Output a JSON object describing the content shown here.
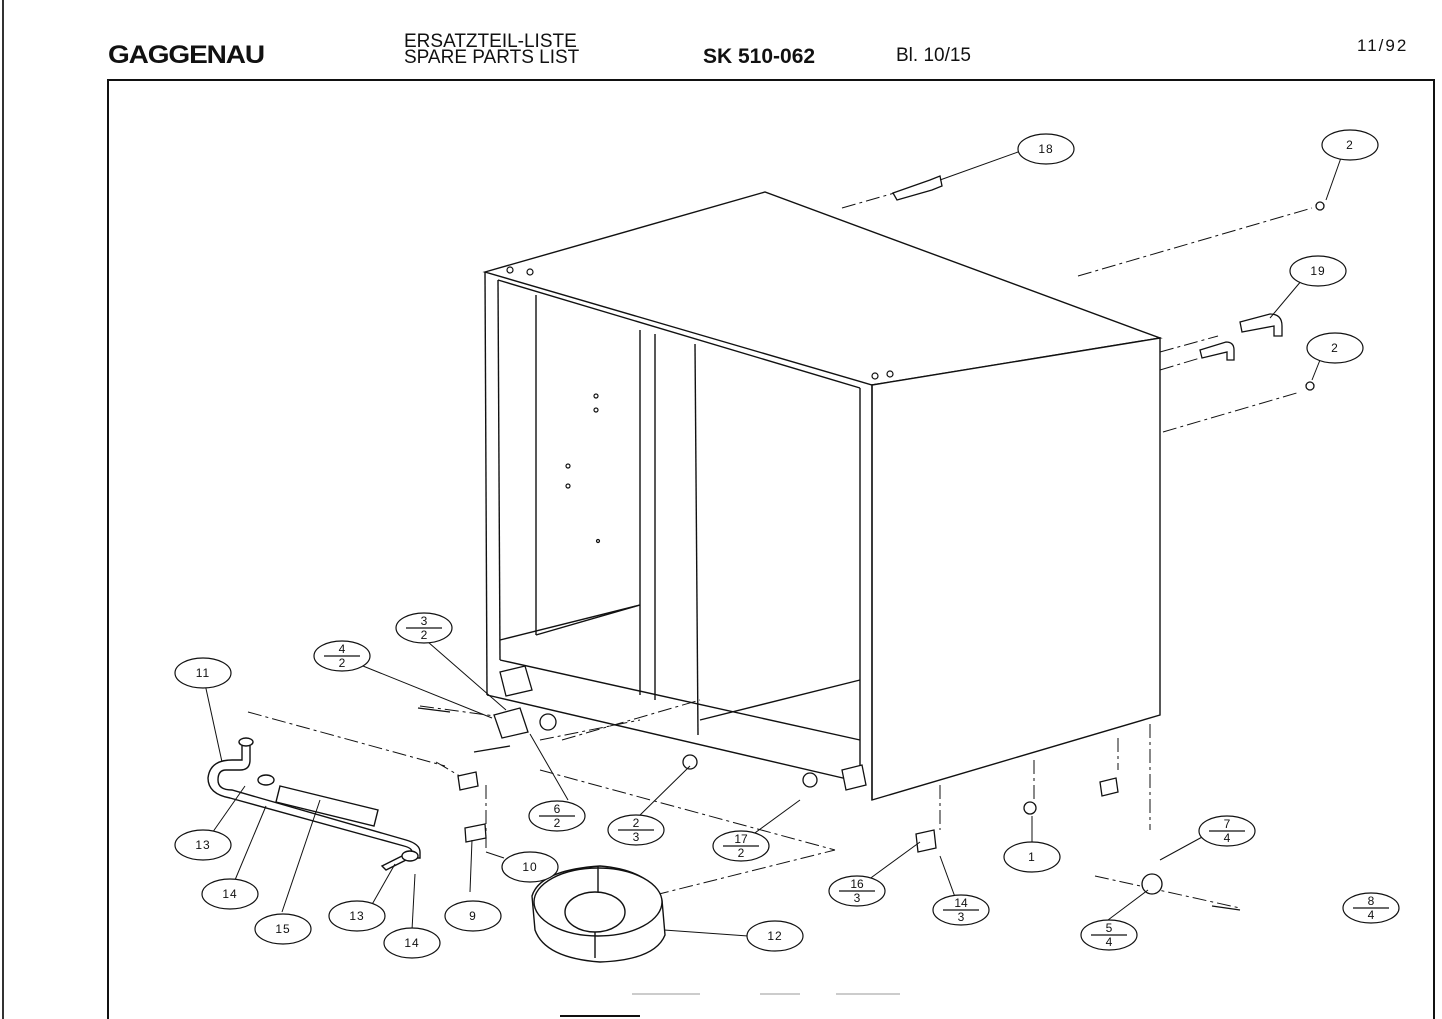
{
  "header": {
    "brand": "GAGGENAU",
    "title_de": "ERSATZTEIL-LISTE",
    "title_en": "SPARE PARTS LIST",
    "model": "SK 510-062",
    "sheet": "Bl. 10/15",
    "date": "11/92"
  },
  "callouts": {
    "c18": "18",
    "c2a": "2",
    "c19": "19",
    "c2b": "2",
    "c11": "11",
    "c13a": "13",
    "c14a": "14",
    "c15": "15",
    "c13b": "13",
    "c14b": "14",
    "c9": "9",
    "c10": "10",
    "c12": "12",
    "c1": "1"
  },
  "fractions": {
    "f42": {
      "top": "4",
      "bottom": "2"
    },
    "f32": {
      "top": "3",
      "bottom": "2"
    },
    "f62": {
      "top": "6",
      "bottom": "2"
    },
    "f23": {
      "top": "2",
      "bottom": "3"
    },
    "f172": {
      "top": "17",
      "bottom": "2"
    },
    "f163": {
      "top": "16",
      "bottom": "3"
    },
    "f143": {
      "top": "14",
      "bottom": "3"
    },
    "f74": {
      "top": "7",
      "bottom": "4"
    },
    "f54": {
      "top": "5",
      "bottom": "4"
    },
    "f84": {
      "top": "8",
      "bottom": "4"
    }
  }
}
